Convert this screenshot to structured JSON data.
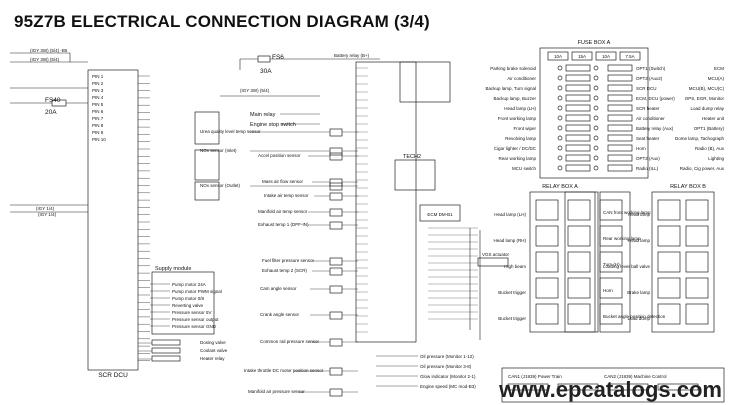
{
  "title": "95Z7B ELECTRICAL CONNECTION DIAGRAM (3/4)",
  "watermark": "www.epcatalogs.com",
  "fuses": {
    "fs40": {
      "name": "FS40",
      "rating": "20A"
    },
    "fs6": {
      "name": "FS6",
      "rating": "30A"
    }
  },
  "labels": {
    "battery_relay": "Battery relay (B+)",
    "scr_dcu": "SCR DCU",
    "tech2": "TECH2",
    "ecm_dm": "ECM DM-B1",
    "vgs_actuator": "VGS actuator",
    "supply_module": "Supply module",
    "fusebox_a": "FUSE BOX A",
    "relaybox_a": "RELAY BOX A",
    "relaybox_b": "RELAY BOX B"
  },
  "sensors": [
    "Urea quality level temp sensor",
    "NOx sensor (Inlet)",
    "NOx sensor (Outlet)",
    "Accel position sensor",
    "Mass air flow sensor",
    "Intake air temp sensor",
    "Manifold air temp sensor",
    "Exhaust temp 1 (DPF-IN)",
    "Fuel filter pressure sensor",
    "Exhaust temp 2 (SCR)",
    "Cam angle sensor",
    "Crank angle sensor",
    "Common rail pressure sensor",
    "Intake throttle DC motor position sensor",
    "Manifold air pressure sensor"
  ],
  "supply_module_items": [
    "Pump motor 24A",
    "Pump motor PWM signal",
    "Pump motor 0/8",
    "Reverting valve",
    "Pressure sensor 5V",
    "Pressure sensor output",
    "Pressure sensor GND"
  ],
  "dcu_extras": [
    "Dosing valve",
    "Coolant valve",
    "Heater relay"
  ],
  "left_mid": [
    "Main relay",
    "Engine stop switch"
  ],
  "fusebox_left": [
    "Parking brake solenoid",
    "Air conditioner",
    "Backup lamp, Turn signal",
    "Backup lamp, Buzzer",
    "Head lamp (LH)",
    "Front working lamp",
    "Front wiper",
    "Revolving lamp",
    "Cigar lighter / DC/DC",
    "Rear working lamp",
    "MCU switch"
  ],
  "fusebox_right": [
    "OPT1 (Switch)",
    "OPT2 (Aux2)",
    "SCR DCU",
    "ECM, DCU (power)",
    "SCR heater",
    "Air conditioner",
    "Battery relay (Aux)",
    "Seat heater",
    "Horn",
    "OPT2 (Aux)",
    "Radio (ILL)"
  ],
  "fusebox_far": [
    "ECM",
    "MCU(A)",
    "MCU(B), MCU(C)",
    "OPS, EGR, Monitor",
    "Load dump relay",
    "Heater unit",
    "OPT1 (Battery)",
    "Dome lamp, Tachograph",
    "Radio (B), Aux",
    "Lighting",
    "Radio, Cig power, Aux"
  ],
  "relay_a": [
    "Head lamp (LH)",
    "Head lamp (RH)",
    "High beam",
    "Bucket trigger",
    "Bucket trigger",
    "CAN front working lamp",
    "Rear working lamp",
    "Turn (H)",
    "Horn",
    "Bucket angle position detection"
  ],
  "relay_b": [
    "Head lamp",
    "Head lamp",
    "Loading lever ball valve",
    "Brake lamp",
    "Load dump"
  ],
  "lower_mid": [
    "Oil pressure (Monitor 1-12)",
    "Oil pressure (Monitor 3-8)",
    "Glow indicator (Monitor 2-1)",
    "Engine speed (MC mod-B3)"
  ],
  "can": {
    "can1": "CAN1 (J1939) Power Train",
    "can2": "CAN2 (J1939) Machine Control"
  },
  "fuse_ratings": [
    "10A",
    "15A",
    "10A",
    "7.5A"
  ]
}
